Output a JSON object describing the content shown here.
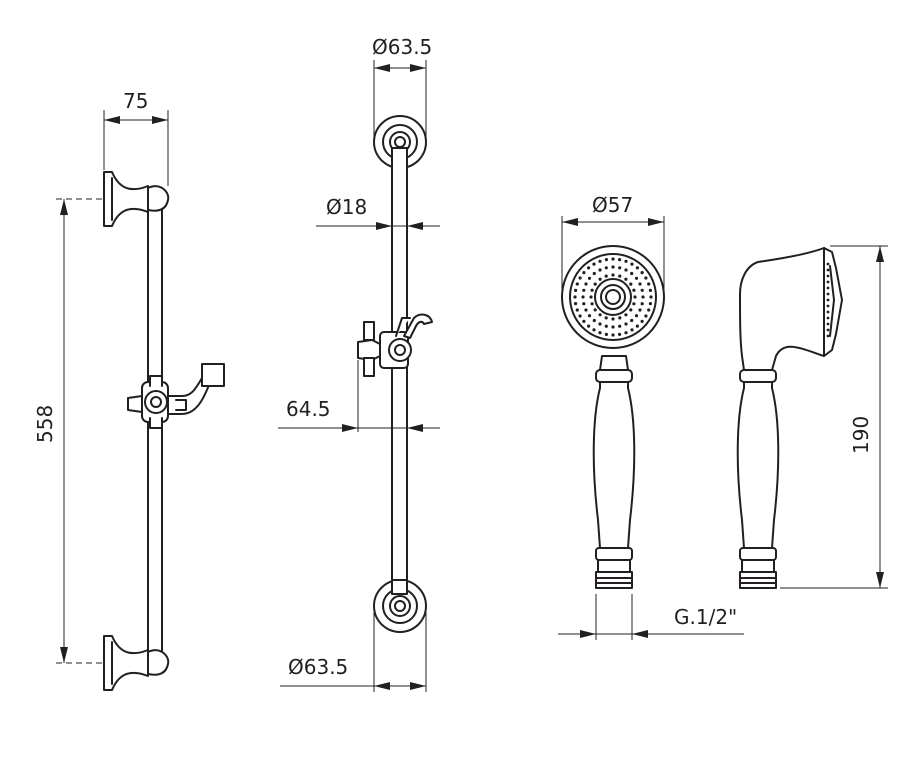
{
  "dimensions": {
    "bracket_projection": "75",
    "bracket_spacing": "558",
    "wall_flange_diameter_top": "Ø63.5",
    "bar_diameter": "Ø18",
    "slider_offset": "64.5",
    "wall_flange_diameter_bottom": "Ø63.5",
    "hand_shower_head_diameter": "Ø57",
    "hand_shower_length": "190",
    "thread_connection": "G.1/2\""
  },
  "colors": {
    "line": "#231f20",
    "background": "#ffffff"
  }
}
